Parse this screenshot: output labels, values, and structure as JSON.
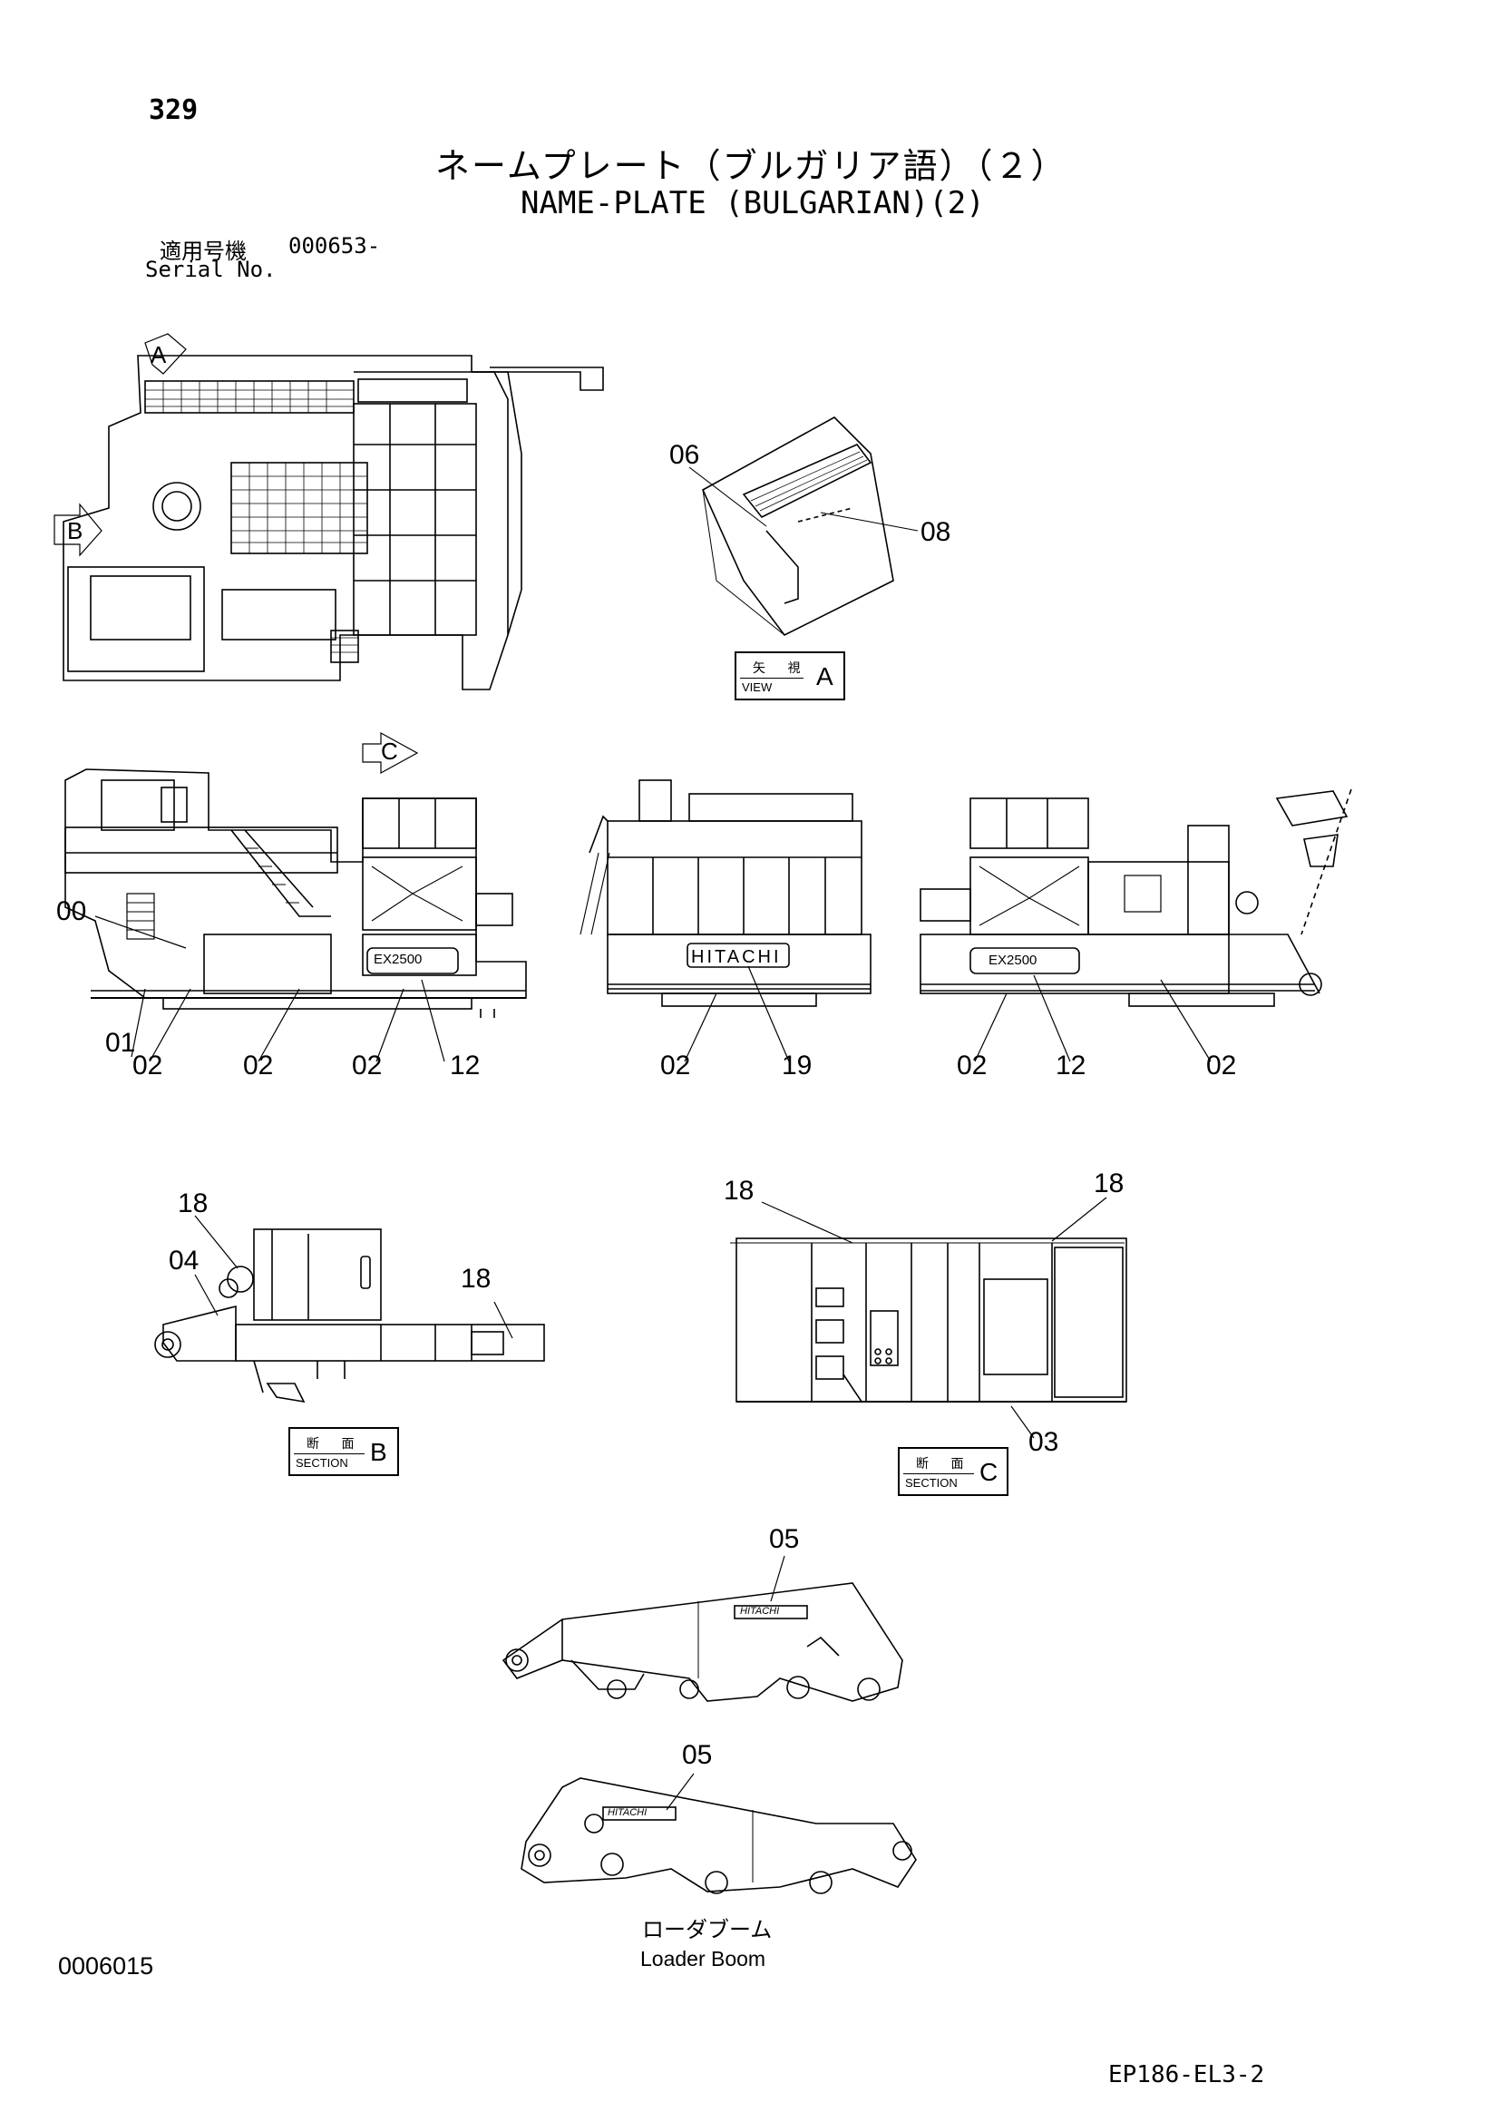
{
  "page": {
    "page_number": "329",
    "title_jp": "ネームプレート（ブルガリア語）（２）",
    "title_en": "NAME-PLATE (BULGARIAN)(2)",
    "serial_label_jp": "適用号機",
    "serial_value": "000653-",
    "serial_label_en": "Serial No.",
    "drawing_id": "0006015",
    "doc_code": "EP186-EL3-2"
  },
  "views": {
    "view_a": {
      "jp": "矢 視",
      "en": "VIEW",
      "letter": "A"
    },
    "section_b": {
      "jp": "断 面",
      "en": "SECTION",
      "letter": "B"
    },
    "section_c": {
      "jp": "断 面",
      "en": "SECTION",
      "letter": "C"
    },
    "flag_a": "A",
    "flag_b": "B",
    "flag_c": "C"
  },
  "callouts": {
    "top_06": "06",
    "top_08": "08",
    "s1_00": "00",
    "s1_01": "01",
    "s1_02a": "02",
    "s1_02b": "02",
    "s1_02c": "02",
    "s1_12": "12",
    "s2_02": "02",
    "s2_19": "19",
    "s3_02a": "02",
    "s3_12": "12",
    "s3_02b": "02",
    "b_18a": "18",
    "b_04": "04",
    "b_18b": "18",
    "c_18a": "18",
    "c_18b": "18",
    "c_03": "03",
    "boom1_05": "05",
    "boom2_05": "05"
  },
  "plates": {
    "side_model": "EX2500",
    "rear_brand": "HITACHI",
    "boom_brand": "HITACHI"
  },
  "loader_boom": {
    "jp": "ローダブーム",
    "en": "Loader Boom"
  }
}
